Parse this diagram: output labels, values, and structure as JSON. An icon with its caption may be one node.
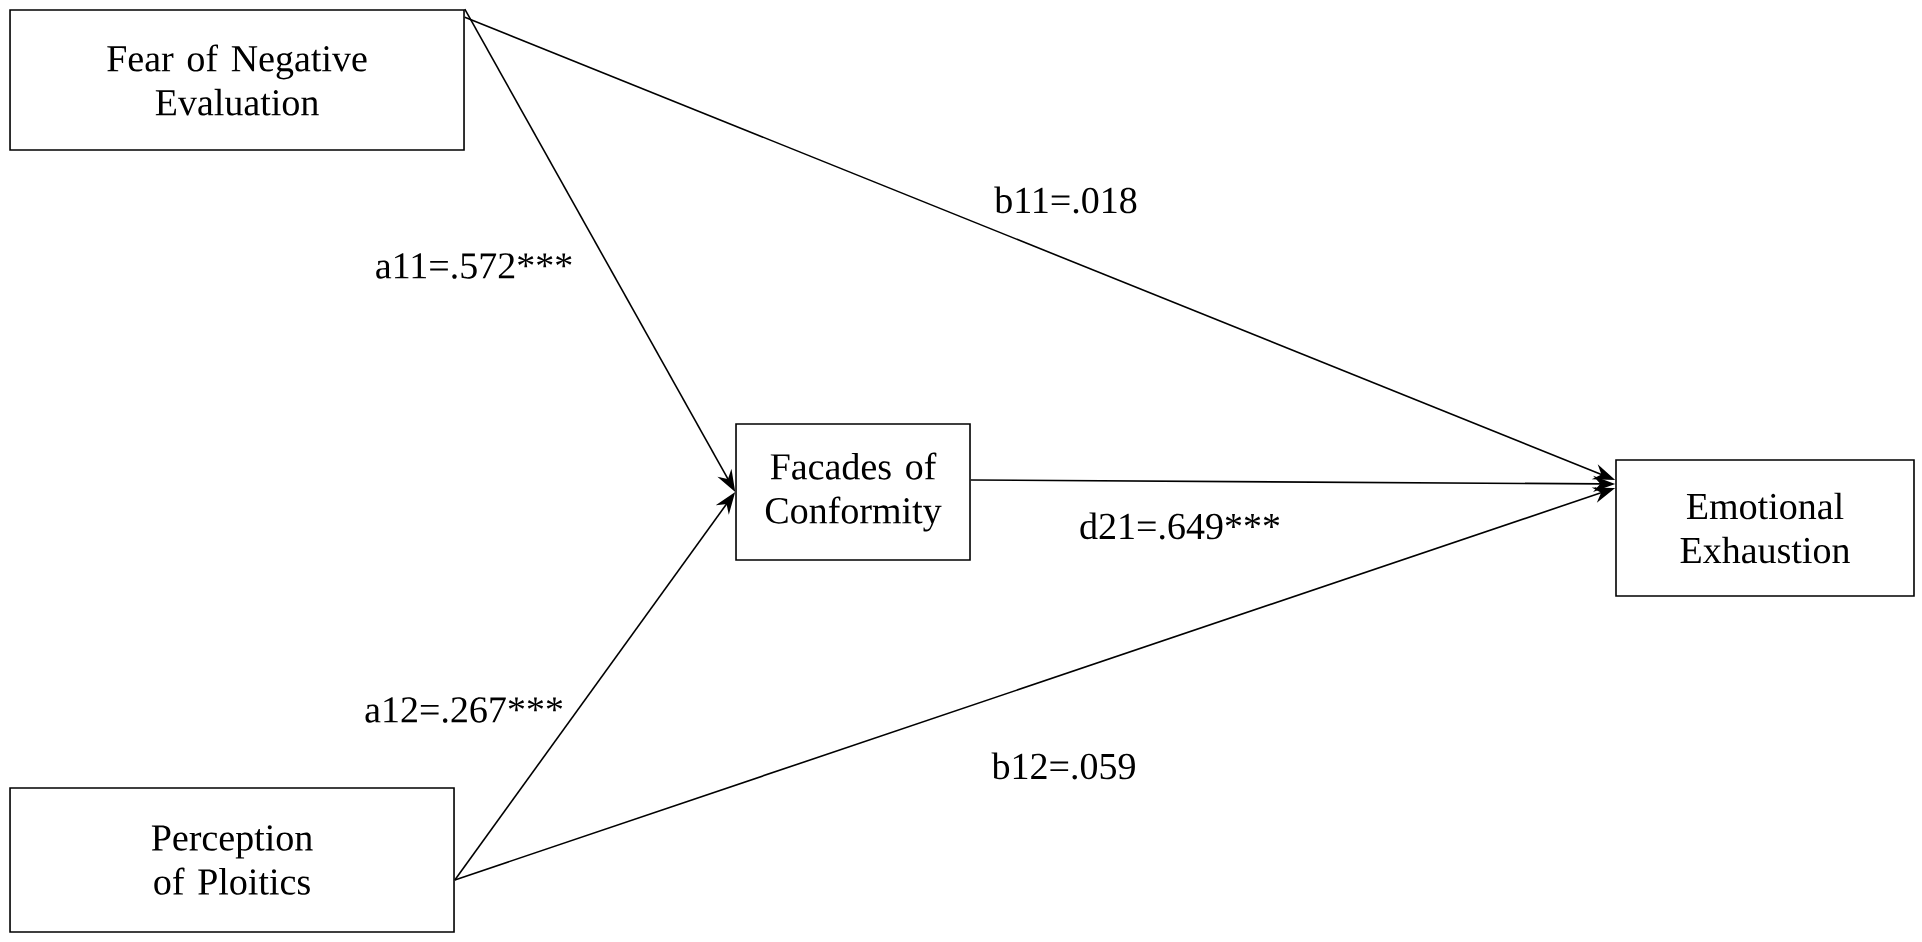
{
  "diagram": {
    "nodes": [
      {
        "text": [
          "Fear of Negative Evaluation"
        ]
      },
      {
        "text": [
          "Facades of Conformity"
        ]
      },
      {
        "text": [
          "Emotional Exhaustion"
        ]
      },
      {
        "text": [
          "Perception of Ploitics"
        ]
      }
    ],
    "edges": [
      {
        "from": 0,
        "to": 1,
        "arrow": "to",
        "label": "a11=.572***"
      },
      {
        "from": 0,
        "to": 2,
        "arrow": "to",
        "label": "b11=.018"
      },
      {
        "from": 1,
        "to": 2,
        "arrow": "to",
        "label": "d21=.649***"
      },
      {
        "from": 3,
        "to": 1,
        "arrow": "to",
        "label": "a12=.267***"
      },
      {
        "from": 3,
        "to": 2,
        "arrow": "to",
        "label": "b12=.059"
      }
    ]
  }
}
